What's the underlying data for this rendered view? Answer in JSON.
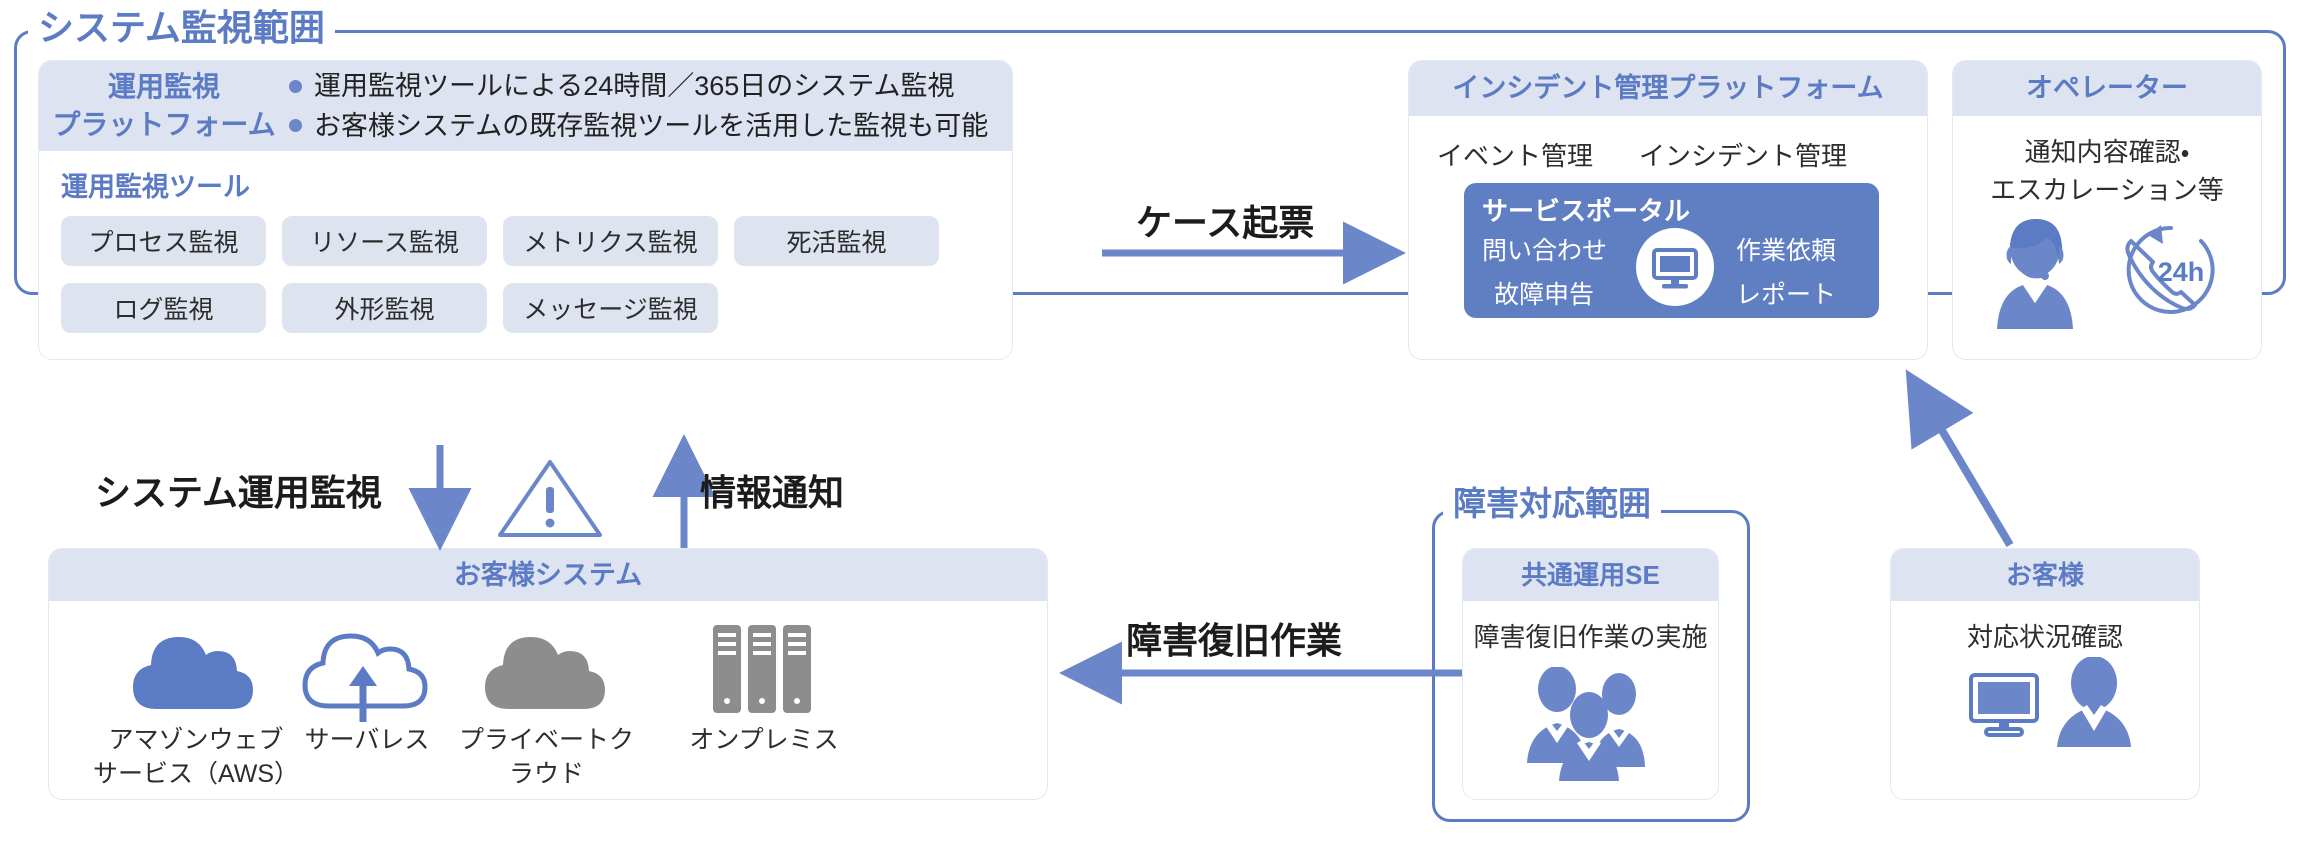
{
  "scopes": {
    "monitoring": "システム監視範囲",
    "incident_response": "障害対応範囲"
  },
  "platform": {
    "label_line1": "運用監視",
    "label_line2": "プラットフォーム",
    "bullets": [
      "運用監視ツールによる24時間／365日のシステム監視",
      "お客様システムの既存監視ツールを活用した監視も可能"
    ],
    "tools_label": "運用監視ツール",
    "tools": [
      "プロセス監視",
      "リソース監視",
      "メトリクス監視",
      "死活監視",
      "ログ監視",
      "外形監視",
      "メッセージ監視"
    ]
  },
  "incident_platform": {
    "title": "インシデント管理プラットフォーム",
    "sub_labels": [
      "イベント管理",
      "インシデント管理"
    ],
    "portal": {
      "title": "サービスポータル",
      "left_items": [
        "問い合わせ",
        "故障申告"
      ],
      "right_items": [
        "作業依頼",
        "レポート"
      ],
      "icon": "monitor-icon"
    }
  },
  "operator": {
    "title": "オペレーター",
    "description_line1": "通知内容確認・",
    "description_line2": "エスカレーション等",
    "badge": "24h",
    "icons": [
      "operator-headset-icon",
      "phone-24h-icon"
    ]
  },
  "customer_system": {
    "title": "お客様システム",
    "items": [
      {
        "label_line1": "アマゾンウェブ",
        "label_line2": "サービス（AWS）",
        "icon": "cloud-filled-blue-icon"
      },
      {
        "label_line1": "サーバレス",
        "label_line2": "",
        "icon": "cloud-outline-arrow-icon"
      },
      {
        "label_line1": "プライベートクラウド",
        "label_line2": "",
        "icon": "cloud-filled-gray-icon"
      },
      {
        "label_line1": "オンプレミス",
        "label_line2": "",
        "icon": "server-rack-icon"
      }
    ]
  },
  "operation_se": {
    "title": "共通運用SE",
    "description": "障害復旧作業の実施",
    "icon": "people-group-icon"
  },
  "customer": {
    "title": "お客様",
    "description": "対応状況確認",
    "icons": [
      "monitor-outline-icon",
      "person-icon"
    ]
  },
  "arrows": [
    {
      "name": "case-ticket",
      "label": "ケース起票"
    },
    {
      "name": "system-operation-monitoring",
      "label": "システム運用監視"
    },
    {
      "name": "information-notification",
      "label": "情報通知"
    },
    {
      "name": "failure-recovery-work",
      "label": "障害復旧作業"
    }
  ],
  "alert_icon": "warning-triangle-icon",
  "colors": {
    "accent_blue": "#5b7bc4",
    "arrow_blue": "#6b87c9",
    "head_band": "#dde3f0",
    "chip_bg": "#dde3ef",
    "portal_bg": "#607ec2",
    "gray_cloud": "#8d8d8d"
  }
}
